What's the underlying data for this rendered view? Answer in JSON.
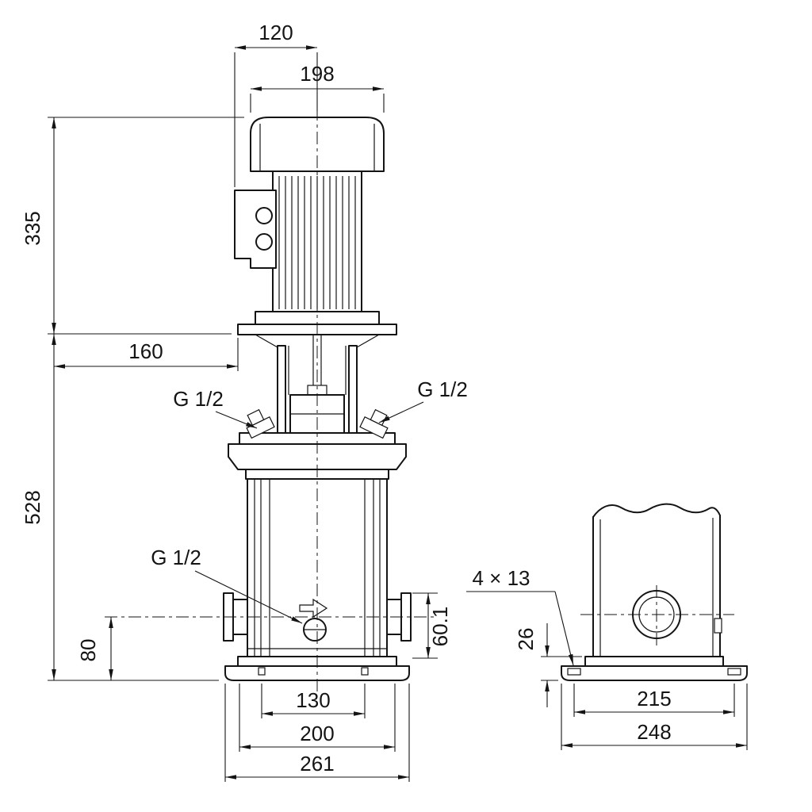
{
  "drawing": {
    "type": "technical-dimension-drawing",
    "subject": "vertical multistage centrifugal pump, front and side views",
    "background": "#ffffff",
    "line_color": "#141414",
    "dimensions": {
      "motor_top_width": "120",
      "motor_width": "198",
      "motor_height": "335",
      "coupling_width": "160",
      "pump_height": "528",
      "head_port_left": "G 1/2",
      "head_port_right": "G 1/2",
      "drain_port": "G 1/2",
      "port_flange_height": "60.1",
      "port_center_height": "80",
      "base_hole_spacing_front": "130",
      "base_plate_width_front": "200",
      "base_width_front": "261",
      "bolt_holes": "4 × 13",
      "base_height": "26",
      "base_hole_spacing_side": "215",
      "base_width_side": "248"
    }
  }
}
